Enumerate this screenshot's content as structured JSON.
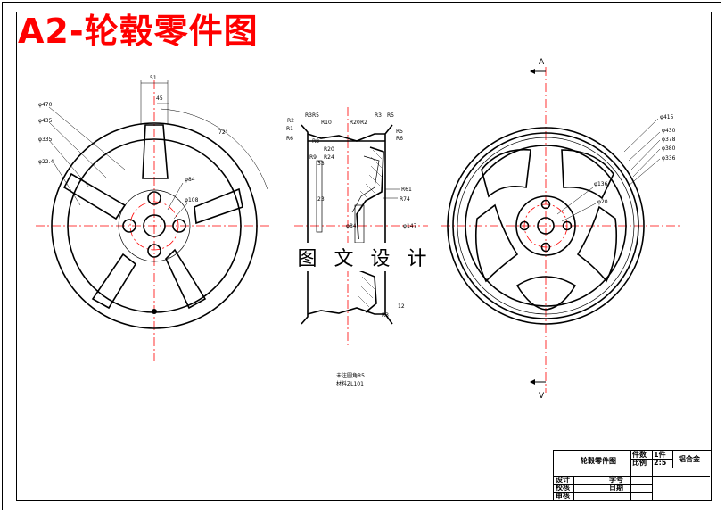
{
  "title": "A2-轮毂零件图",
  "watermark": "图 文 设 计",
  "section_marks": {
    "top": "A",
    "bottom": "V"
  },
  "colors": {
    "title": "#ff0000",
    "centerline": "#ff0000",
    "line": "#000000"
  },
  "front_view": {
    "dims": {
      "d470": "φ470",
      "d435": "φ435",
      "d335": "φ335",
      "d224": "φ22.4",
      "w51": "51",
      "w45": "45",
      "ang": "72°",
      "d84": "φ84",
      "d108": "φ108"
    }
  },
  "section_view": {
    "dims": [
      "R2",
      "R3",
      "R5",
      "R10",
      "R20",
      "R2",
      "R3",
      "R5",
      "R1",
      "R6",
      "R5",
      "R6",
      "R8",
      "R20",
      "R24",
      "R61",
      "R74",
      "R9",
      "R3",
      "33",
      "23",
      "φ84",
      "φ147",
      "12"
    ],
    "notes": [
      "未注圆角R5",
      "材料ZL101"
    ]
  },
  "right_view": {
    "dims": {
      "d415": "φ415",
      "d430": "φ430",
      "d378": "φ378",
      "d380": "φ380",
      "d336": "φ336",
      "d136": "φ136",
      "d20": "φ20"
    }
  },
  "title_block": {
    "part_name": "轮毂零件图",
    "qty_label": "件数",
    "qty": "1件",
    "scale_label": "比例",
    "scale": "2:5",
    "material": "铝合金",
    "design_label": "设计",
    "check_label": "校核",
    "approve_label": "审核",
    "student_id_label": "学号",
    "date_label": "日期"
  }
}
